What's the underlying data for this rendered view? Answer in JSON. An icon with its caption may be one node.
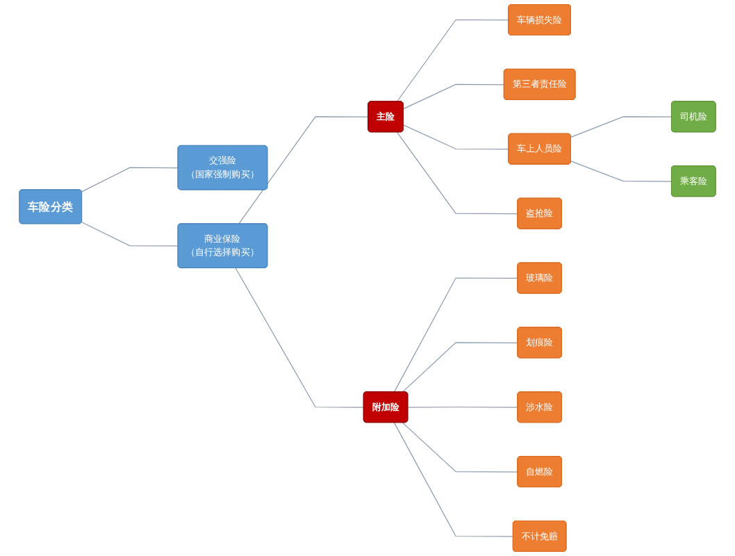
{
  "diagram": {
    "nodes": [
      {
        "text": [
          "车险分类"
        ]
      },
      {
        "text": [
          "交强险",
          "（国家强制购买）"
        ]
      },
      {
        "text": [
          "商业保险",
          "（自行选择购买）"
        ]
      },
      {
        "text": [
          "主险"
        ]
      },
      {
        "text": [
          "车辆损失险"
        ]
      },
      {
        "text": [
          "第三者责任险"
        ]
      },
      {
        "text": [
          "车上人员险"
        ]
      },
      {
        "text": [
          "盗抢险"
        ]
      },
      {
        "text": [
          "司机险"
        ]
      },
      {
        "text": [
          "乘客险"
        ]
      },
      {
        "text": [
          "附加险"
        ]
      },
      {
        "text": [
          "玻璃险"
        ]
      },
      {
        "text": [
          "划痕险"
        ]
      },
      {
        "text": [
          "涉水险"
        ]
      },
      {
        "text": [
          "自燃险"
        ]
      },
      {
        "text": [
          "不计免赔"
        ]
      }
    ],
    "edges": [
      {
        "from": 0,
        "to": 1,
        "arrow": "none"
      },
      {
        "from": 0,
        "to": 2,
        "arrow": "none"
      },
      {
        "from": 2,
        "to": 3,
        "arrow": "none"
      },
      {
        "from": 2,
        "to": 10,
        "arrow": "none"
      },
      {
        "from": 3,
        "to": 4,
        "arrow": "none"
      },
      {
        "from": 3,
        "to": 5,
        "arrow": "none"
      },
      {
        "from": 3,
        "to": 6,
        "arrow": "none"
      },
      {
        "from": 3,
        "to": 7,
        "arrow": "none"
      },
      {
        "from": 6,
        "to": 8,
        "arrow": "none"
      },
      {
        "from": 6,
        "to": 9,
        "arrow": "none"
      },
      {
        "from": 10,
        "to": 11,
        "arrow": "none"
      },
      {
        "from": 10,
        "to": 12,
        "arrow": "none"
      },
      {
        "from": 10,
        "to": 13,
        "arrow": "none"
      },
      {
        "from": 10,
        "to": 14,
        "arrow": "none"
      },
      {
        "from": 10,
        "to": 15,
        "arrow": "none"
      }
    ]
  }
}
